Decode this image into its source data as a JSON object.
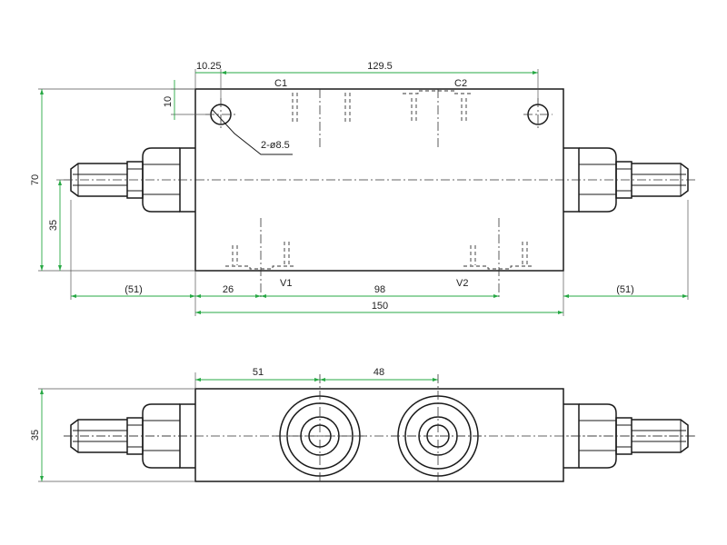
{
  "colors": {
    "outline": "#1a1a1a",
    "dimension": "#27a844",
    "background": "#ffffff"
  },
  "top_view": {
    "dim_offset": "10.25",
    "dim_hole_spacing": "129.5",
    "dim_hole_from_top": "10",
    "dim_total_height": "70",
    "dim_port_height": "35",
    "hole_callout": "2-ø8.5",
    "dim_left_fitting": "(51)",
    "dim_right_fitting": "(51)",
    "dim_v1_offset": "26",
    "dim_v1_v2": "98",
    "dim_total_length": "150",
    "ports": {
      "c1": "C1",
      "c2": "C2",
      "v1": "V1",
      "v2": "V2"
    }
  },
  "bottom_view": {
    "dim_port1": "51",
    "dim_port_spacing": "48",
    "dim_height": "35"
  }
}
